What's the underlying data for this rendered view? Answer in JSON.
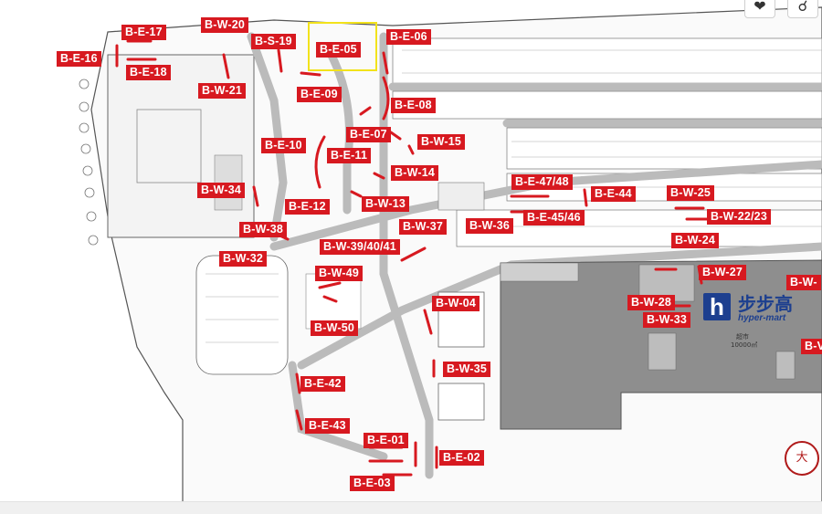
{
  "toolbar": {
    "heart_icon": "heart-icon",
    "cart_icon": "cart-icon"
  },
  "brand": {
    "logo_letter": "h",
    "cn_name": "步步高",
    "en_name": "hyper-mart"
  },
  "zones": {
    "supermarket": "超市",
    "supermarket_area": "10000㎡"
  },
  "seal": {
    "text": "大"
  },
  "highlight": {
    "label": "B-E-05"
  },
  "labels": [
    {
      "id": "b-e-17",
      "text": "B-E-17"
    },
    {
      "id": "b-e-16",
      "text": "B-E-16"
    },
    {
      "id": "b-e-18",
      "text": "B-E-18"
    },
    {
      "id": "b-w-20",
      "text": "B-W-20"
    },
    {
      "id": "b-s-19",
      "text": "B-S-19"
    },
    {
      "id": "b-e-05",
      "text": "B-E-05"
    },
    {
      "id": "b-e-06",
      "text": "B-E-06"
    },
    {
      "id": "b-w-21",
      "text": "B-W-21"
    },
    {
      "id": "b-e-09",
      "text": "B-E-09"
    },
    {
      "id": "b-e-08",
      "text": "B-E-08"
    },
    {
      "id": "b-e-07",
      "text": "B-E-07"
    },
    {
      "id": "b-w-15",
      "text": "B-W-15"
    },
    {
      "id": "b-e-10",
      "text": "B-E-10"
    },
    {
      "id": "b-e-11",
      "text": "B-E-11"
    },
    {
      "id": "b-w-14",
      "text": "B-W-14"
    },
    {
      "id": "b-w-34",
      "text": "B-W-34"
    },
    {
      "id": "b-e-12",
      "text": "B-E-12"
    },
    {
      "id": "b-w-13",
      "text": "B-W-13"
    },
    {
      "id": "b-e-47-48",
      "text": "B-E-47/48"
    },
    {
      "id": "b-e-44",
      "text": "B-E-44"
    },
    {
      "id": "b-w-25",
      "text": "B-W-25"
    },
    {
      "id": "b-w-38",
      "text": "B-W-38"
    },
    {
      "id": "b-w-37",
      "text": "B-W-37"
    },
    {
      "id": "b-w-36",
      "text": "B-W-36"
    },
    {
      "id": "b-e-45-46",
      "text": "B-E-45/46"
    },
    {
      "id": "b-w-22-23",
      "text": "B-W-22/23"
    },
    {
      "id": "b-w-24",
      "text": "B-W-24"
    },
    {
      "id": "b-w-39-40-41",
      "text": "B-W-39/40/41"
    },
    {
      "id": "b-w-32",
      "text": "B-W-32"
    },
    {
      "id": "b-w-27",
      "text": "B-W-27"
    },
    {
      "id": "b-w-49",
      "text": "B-W-49"
    },
    {
      "id": "b-w-partial",
      "text": "B-W-"
    },
    {
      "id": "b-w-04",
      "text": "B-W-04"
    },
    {
      "id": "b-w-28",
      "text": "B-W-28"
    },
    {
      "id": "b-w-33",
      "text": "B-W-33"
    },
    {
      "id": "b-w-50",
      "text": "B-W-50"
    },
    {
      "id": "b-v-partial",
      "text": "B-V"
    },
    {
      "id": "b-w-35",
      "text": "B-W-35"
    },
    {
      "id": "b-e-42",
      "text": "B-E-42"
    },
    {
      "id": "b-e-43",
      "text": "B-E-43"
    },
    {
      "id": "b-e-01",
      "text": "B-E-01"
    },
    {
      "id": "b-e-02",
      "text": "B-E-02"
    },
    {
      "id": "b-e-03",
      "text": "B-E-03"
    }
  ]
}
